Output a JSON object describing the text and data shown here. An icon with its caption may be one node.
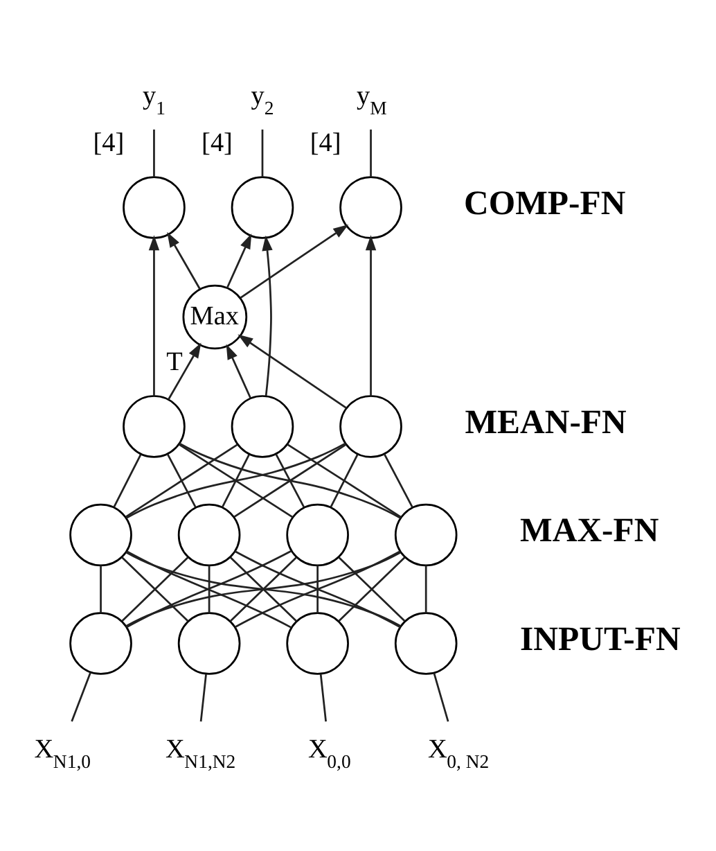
{
  "diagram": {
    "nodes": [
      {
        "text": [
          "y$_{1}$"
        ],
        "beside": [
          "[4]"
        ]
      },
      {
        "text": [
          "y$_{2}$"
        ],
        "beside": [
          "[4]"
        ]
      },
      {
        "text": [
          "y$_{M}$"
        ],
        "beside": [
          "[4]"
        ]
      },
      {
        "text": [],
        "shape": "circle"
      },
      {
        "text": [],
        "shape": "circle"
      },
      {
        "text": [],
        "shape": "circle"
      },
      {
        "text": [
          "Max"
        ],
        "beside": [
          "T"
        ]
      },
      {
        "text": [],
        "shape": "circle"
      },
      {
        "text": [],
        "shape": "circle"
      },
      {
        "text": [],
        "shape": "circle"
      },
      {
        "text": [],
        "shape": "circle"
      },
      {
        "text": [],
        "shape": "circle"
      },
      {
        "text": [],
        "shape": "circle"
      },
      {
        "text": [],
        "shape": "circle"
      },
      {
        "text": [],
        "shape": "circle"
      },
      {
        "text": [],
        "shape": "circle"
      },
      {
        "text": [],
        "shape": "circle"
      },
      {
        "text": [],
        "shape": "circle"
      },
      {
        "text": [
          "X$_{N1,0}$"
        ]
      },
      {
        "text": [
          "X$_{N1,N2}$"
        ]
      },
      {
        "text": [
          "X$_{0,0}$"
        ]
      },
      {
        "text": [
          "X$_{0, N2}$"
        ]
      }
    ],
    "edges": [
      {
        "from": 3,
        "to": 0,
        "arrow": "none"
      },
      {
        "from": 4,
        "to": 1,
        "arrow": "none"
      },
      {
        "from": 5,
        "to": 2,
        "arrow": "none"
      },
      {
        "from": 7,
        "to": 3,
        "arrow": "to"
      },
      {
        "from": 8,
        "to": 4,
        "arrow": "to"
      },
      {
        "from": 9,
        "to": 5,
        "arrow": "to"
      },
      {
        "from": 7,
        "to": 6,
        "arrow": "to"
      },
      {
        "from": 8,
        "to": 6,
        "arrow": "to"
      },
      {
        "from": 9,
        "to": 6,
        "arrow": "to"
      },
      {
        "from": 6,
        "to": 3,
        "arrow": "to"
      },
      {
        "from": 6,
        "to": 4,
        "arrow": "to"
      },
      {
        "from": 6,
        "to": 5,
        "arrow": "to"
      },
      {
        "from": 10,
        "to": 7,
        "arrow": "none"
      },
      {
        "from": 11,
        "to": 7,
        "arrow": "none"
      },
      {
        "from": 12,
        "to": 7,
        "arrow": "none"
      },
      {
        "from": 13,
        "to": 7,
        "arrow": "none"
      },
      {
        "from": 10,
        "to": 8,
        "arrow": "none"
      },
      {
        "from": 11,
        "to": 8,
        "arrow": "none"
      },
      {
        "from": 12,
        "to": 8,
        "arrow": "none"
      },
      {
        "from": 13,
        "to": 8,
        "arrow": "none"
      },
      {
        "from": 10,
        "to": 9,
        "arrow": "none"
      },
      {
        "from": 11,
        "to": 9,
        "arrow": "none"
      },
      {
        "from": 12,
        "to": 9,
        "arrow": "none"
      },
      {
        "from": 13,
        "to": 9,
        "arrow": "none"
      },
      {
        "from": 14,
        "to": 10,
        "arrow": "none"
      },
      {
        "from": 15,
        "to": 10,
        "arrow": "none"
      },
      {
        "from": 16,
        "to": 10,
        "arrow": "none"
      },
      {
        "from": 17,
        "to": 10,
        "arrow": "none"
      },
      {
        "from": 14,
        "to": 11,
        "arrow": "none"
      },
      {
        "from": 15,
        "to": 11,
        "arrow": "none"
      },
      {
        "from": 16,
        "to": 11,
        "arrow": "none"
      },
      {
        "from": 17,
        "to": 11,
        "arrow": "none"
      },
      {
        "from": 14,
        "to": 12,
        "arrow": "none"
      },
      {
        "from": 15,
        "to": 12,
        "arrow": "none"
      },
      {
        "from": 16,
        "to": 12,
        "arrow": "none"
      },
      {
        "from": 17,
        "to": 12,
        "arrow": "none"
      },
      {
        "from": 14,
        "to": 13,
        "arrow": "none"
      },
      {
        "from": 15,
        "to": 13,
        "arrow": "none"
      },
      {
        "from": 16,
        "to": 13,
        "arrow": "none"
      },
      {
        "from": 17,
        "to": 13,
        "arrow": "none"
      },
      {
        "from": 18,
        "to": 14,
        "arrow": "none"
      },
      {
        "from": 19,
        "to": 15,
        "arrow": "none"
      },
      {
        "from": 20,
        "to": 16,
        "arrow": "none"
      },
      {
        "from": 21,
        "to": 17,
        "arrow": "none"
      }
    ],
    "labels": [
      "COMP-FN",
      "MEAN-FN",
      "MAX-FN",
      "INPUT-FN"
    ]
  }
}
